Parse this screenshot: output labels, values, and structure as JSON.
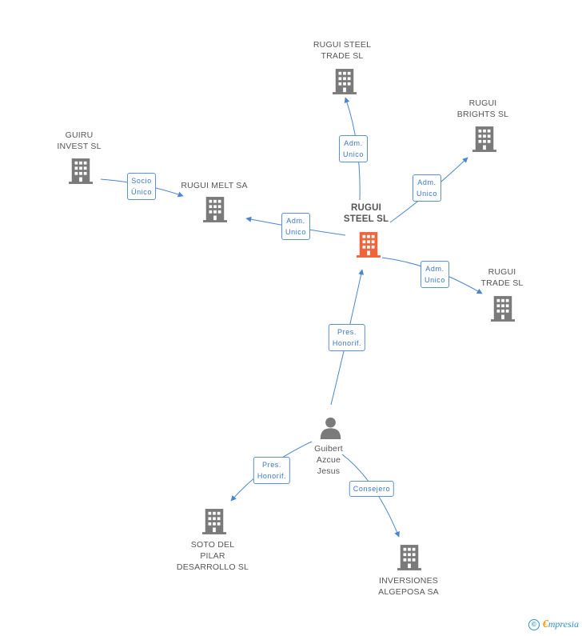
{
  "diagram": {
    "nodes": [
      {
        "id": "rugui_steel_sl",
        "label": "RUGUI\nSTEEL SL",
        "type": "company",
        "highlight": true
      },
      {
        "id": "rugui_steel_trade",
        "label": "RUGUI STEEL\nTRADE  SL",
        "type": "company"
      },
      {
        "id": "rugui_brights",
        "label": "RUGUI\nBRIGHTS  SL",
        "type": "company"
      },
      {
        "id": "guiru_invest",
        "label": "GUIRU\nINVEST SL",
        "type": "company"
      },
      {
        "id": "rugui_melt",
        "label": "RUGUI MELT SA",
        "type": "company"
      },
      {
        "id": "rugui_trade",
        "label": "RUGUI\nTRADE SL",
        "type": "company"
      },
      {
        "id": "guibert",
        "label": "Guibert\nAzcue\nJesus",
        "type": "person"
      },
      {
        "id": "soto_del_pilar",
        "label": "SOTO DEL\nPILAR\nDESARROLLO SL",
        "type": "company"
      },
      {
        "id": "inversiones_algeposa",
        "label": "INVERSIONES\nALGEPOSA SA",
        "type": "company"
      }
    ],
    "edges": [
      {
        "from": "rugui_steel_sl",
        "to": "rugui_steel_trade",
        "label": "Adm.\nUnico"
      },
      {
        "from": "rugui_steel_sl",
        "to": "rugui_brights",
        "label": "Adm.\nUnico"
      },
      {
        "from": "rugui_steel_sl",
        "to": "rugui_melt",
        "label": "Adm.\nUnico"
      },
      {
        "from": "rugui_steel_sl",
        "to": "rugui_trade",
        "label": "Adm.\nUnico"
      },
      {
        "from": "guiru_invest",
        "to": "rugui_melt",
        "label": "Socio\nÚnico"
      },
      {
        "from": "guibert",
        "to": "rugui_steel_sl",
        "label": "Pres.\nHonorif."
      },
      {
        "from": "guibert",
        "to": "soto_del_pilar",
        "label": "Pres.\nHonorif."
      },
      {
        "from": "guibert",
        "to": "inversiones_algeposa",
        "label": "Consejero"
      }
    ]
  },
  "colors": {
    "edge": "#4a86d0",
    "icon_default": "#7a7a7a",
    "icon_highlight": "#f0643c",
    "brand": "#2f8fc9"
  },
  "footer": {
    "copyright_symbol": "©",
    "brand_initial": "€",
    "brand_rest": "mpresia"
  }
}
